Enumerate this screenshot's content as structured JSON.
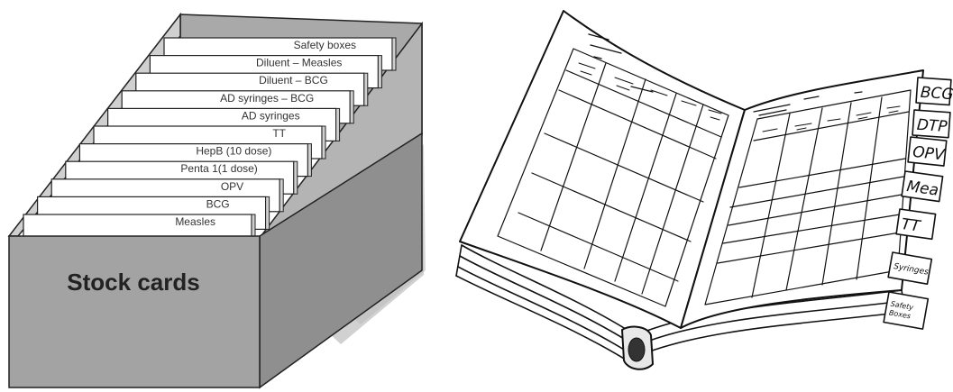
{
  "card_box": {
    "front_label": "Stock cards",
    "cards": [
      "Safety boxes",
      "Diluent – Measles",
      "Diluent – BCG",
      "AD syringes – BCG",
      "AD syringes",
      "TT",
      "HepB (10 dose)",
      "Penta 1(1 dose)",
      "OPV",
      "BCG",
      "Measles"
    ]
  },
  "ledger_book": {
    "tabs": [
      "BCG",
      "DTP",
      "OPV",
      "Mea",
      "TT",
      "Syringes",
      "Safety Boxes"
    ]
  }
}
